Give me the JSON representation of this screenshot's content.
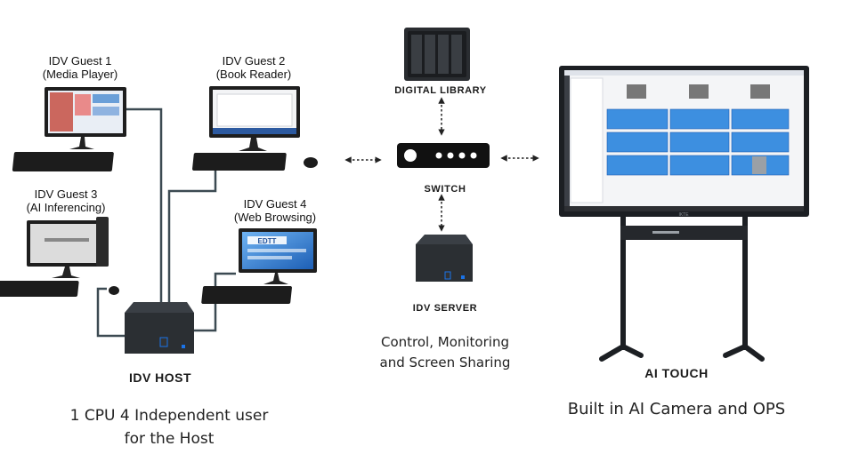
{
  "guests": [
    {
      "name": "IDV Guest 1",
      "role": "(Media Player)"
    },
    {
      "name": "IDV Guest 2",
      "role": "(Book Reader)"
    },
    {
      "name": "IDV Guest 3",
      "role": "(AI Inferencing)"
    },
    {
      "name": "IDV Guest 4",
      "role": "(Web Browsing)"
    }
  ],
  "host": {
    "label": "IDV HOST",
    "desc_line1": "1 CPU 4 Independent user",
    "desc_line2": "for the Host"
  },
  "library": {
    "label": "DIGITAL LIBRARY"
  },
  "switch": {
    "label": "SWITCH"
  },
  "server": {
    "label": "IDV SERVER",
    "desc_line1": "Control, Monitoring",
    "desc_line2": "and Screen Sharing"
  },
  "touch": {
    "label": "AI TOUCH",
    "desc": "Built in AI Camera and OPS",
    "brand": "IKTE"
  },
  "guest4_screen_text": "EDTT",
  "colors": {
    "cable": "#3c4a52",
    "device": "#2b2f33",
    "screen_blue": "#2f6fc4"
  }
}
